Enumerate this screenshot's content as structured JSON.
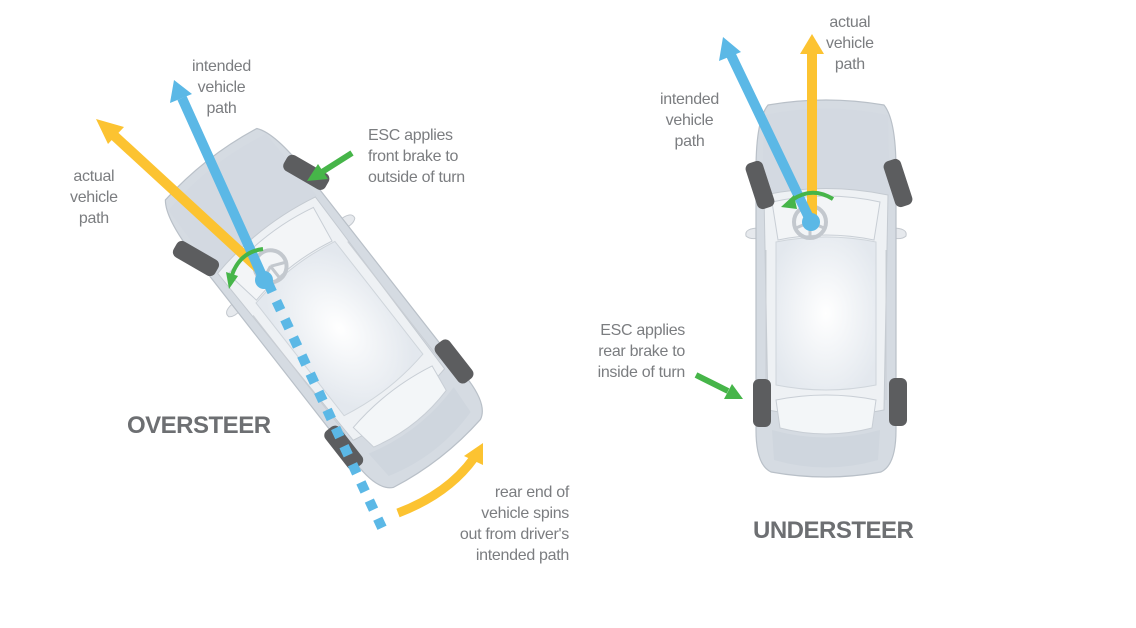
{
  "colors": {
    "intended_path": "#5bb8e6",
    "actual_path": "#fcc331",
    "esc_arrow": "#46b549",
    "tire": "#5c5d5f",
    "car_body": "#d7dde4",
    "label_text": "#7b7d80",
    "title_text": "#6d6f72"
  },
  "oversteer": {
    "title": "OVERSTEER",
    "intended_path_label": [
      "intended",
      "vehicle",
      "path"
    ],
    "actual_path_label": [
      "actual",
      "vehicle",
      "path"
    ],
    "esc_label": [
      "ESC applies",
      "front brake to",
      "outside of turn"
    ],
    "rear_spin_label": [
      "rear end of",
      "vehicle spins",
      "out from driver's",
      "intended path"
    ]
  },
  "understeer": {
    "title": "UNDERSTEER",
    "intended_path_label": [
      "intended",
      "vehicle",
      "path"
    ],
    "actual_path_label": [
      "actual",
      "vehicle",
      "path"
    ],
    "esc_label": [
      "ESC applies",
      "rear brake to",
      "inside of turn"
    ]
  }
}
